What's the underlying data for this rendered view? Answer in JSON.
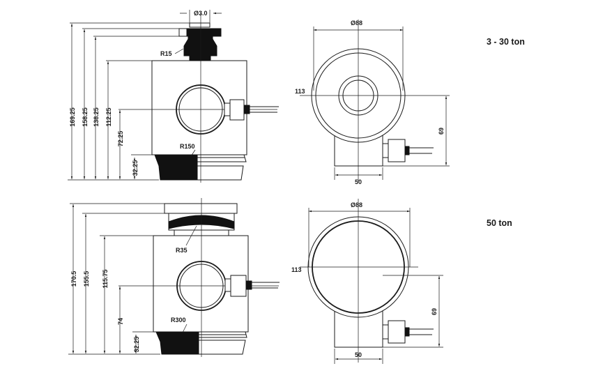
{
  "top_variant": {
    "title": "3 - 30 ton",
    "side_view": {
      "pin_diameter": "Ø3.0",
      "top_radius": "R15",
      "bottom_radius": "R150",
      "heights": [
        "169.25",
        "158.25",
        "138.25",
        "112.25",
        "72.25",
        "32.25"
      ]
    },
    "top_view": {
      "diameter": "Ø88",
      "offset": "113",
      "height": "69",
      "width": "50"
    }
  },
  "bottom_variant": {
    "title": "50 ton",
    "side_view": {
      "top_radius": "R35",
      "bottom_radius": "R300",
      "heights": [
        "170.5",
        "155.5",
        "115.75",
        "74",
        "32.25"
      ]
    },
    "top_view": {
      "diameter": "Ø88",
      "offset": "113",
      "height": "69",
      "width": "50"
    }
  }
}
